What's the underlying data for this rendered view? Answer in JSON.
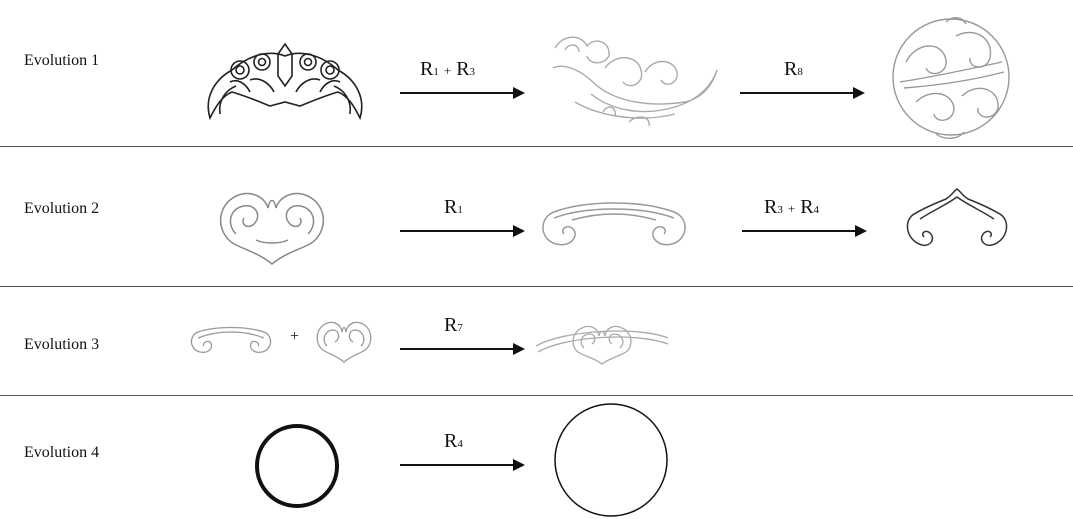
{
  "rows": [
    {
      "label": "Evolution 1",
      "arrows": [
        {
          "rules": [
            {
              "letter": "R",
              "sub": "1"
            },
            {
              "letter": "R",
              "sub": "3"
            }
          ]
        },
        {
          "rules": [
            {
              "letter": "R",
              "sub": "8"
            }
          ]
        }
      ]
    },
    {
      "label": "Evolution 2",
      "arrows": [
        {
          "rules": [
            {
              "letter": "R",
              "sub": "1"
            }
          ]
        },
        {
          "rules": [
            {
              "letter": "R",
              "sub": "3"
            },
            {
              "letter": "R",
              "sub": "4"
            }
          ]
        }
      ]
    },
    {
      "label": "Evolution 3",
      "plus": "+",
      "arrows": [
        {
          "rules": [
            {
              "letter": "R",
              "sub": "7"
            }
          ]
        }
      ]
    },
    {
      "label": "Evolution 4",
      "arrows": [
        {
          "rules": [
            {
              "letter": "R",
              "sub": "4"
            }
          ]
        }
      ]
    }
  ],
  "operator": "+"
}
